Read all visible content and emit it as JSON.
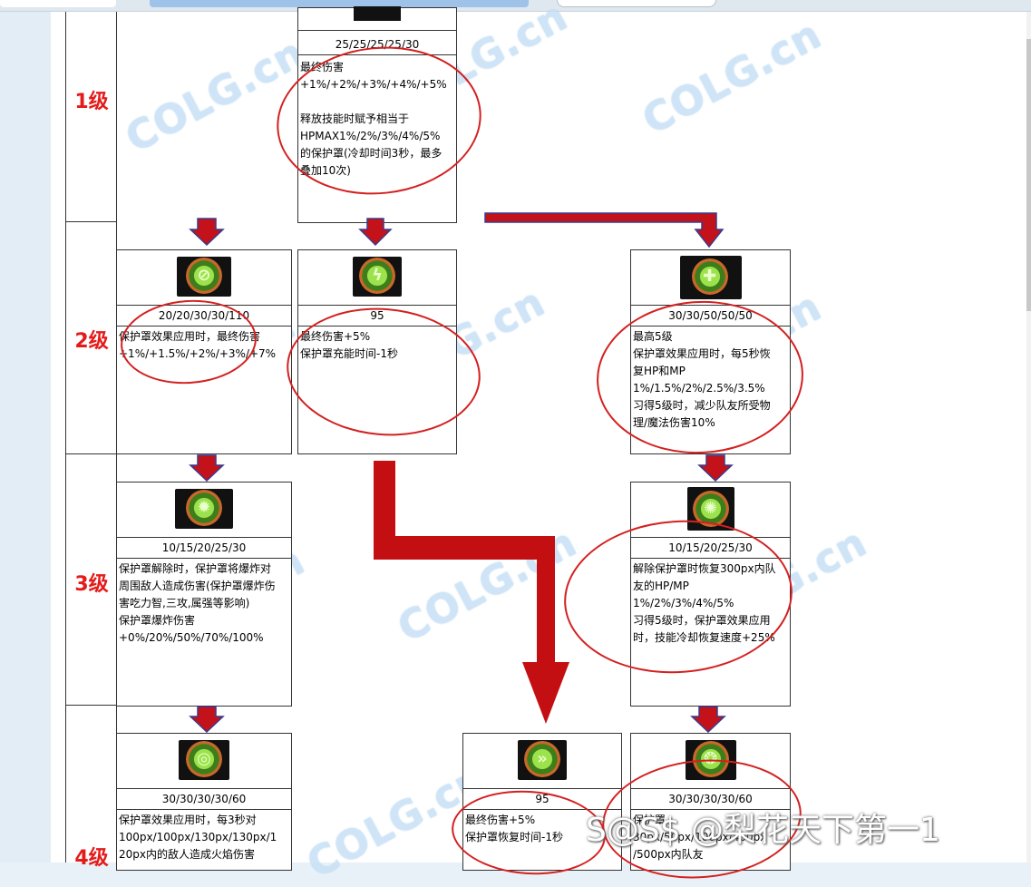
{
  "levels": [
    "1级",
    "2级",
    "3级",
    "4级"
  ],
  "cards": {
    "l1_center": {
      "cost": "25/25/25/25/30",
      "desc": "最终伤害\n+1%/+2%/+3%/+4%/+5%\n\n释放技能时赋予相当于\nHPMAX1%/2%/3%/4%/5%\n的保护罩(冷却时间3秒，最多\n叠加10次)"
    },
    "l2_left": {
      "icon": "shield-crossed-icon",
      "cost": "20/20/30/30/110",
      "desc": "保护罩效果应用时，最终伤害\n+1%/+1.5%/+2%/+3%/+7%"
    },
    "l2_mid": {
      "icon": "lightning-shield-icon",
      "cost": "95",
      "desc": "最终伤害+5%\n保护罩充能时间-1秒"
    },
    "l2_right": {
      "icon": "heal-cross-icon",
      "cost": "30/30/50/50/50",
      "desc": "最高5级\n保护罩效果应用时，每5秒恢\n复HP和MP\n1%/1.5%/2%/2.5%/3.5%\n习得5级时，减少队友所受物\n理/魔法伤害10%"
    },
    "l3_left": {
      "icon": "burst-shield-icon",
      "cost": "10/15/20/25/30",
      "desc": "保护罩解除时，保护罩将爆炸对\n周围敌人造成伤害(保护罩爆炸伤\n害吃力智,三攻,属强等影响)\n保护罩爆炸伤害\n+0%/20%/50%/70%/100%"
    },
    "l3_right": {
      "icon": "radiant-heal-icon",
      "cost": "10/15/20/25/30",
      "desc": "解除保护罩时恢复300px内队\n友的HP/MP\n1%/2%/3%/4%/5%\n习得5级时，保护罩效果应用\n时，技能冷却恢复速度+25%"
    },
    "l4_left": {
      "icon": "vortex-shield-icon",
      "cost": "30/30/30/30/60",
      "desc": "保护罩效果应用时，每3秒对\n100px/100px/130px/130px/1\n20px内的敌人造成火焰伤害"
    },
    "l4_mid": {
      "icon": "chevron-shield-icon",
      "cost": "95",
      "desc": "最终伤害+5%\n保护罩恢复时间-1秒"
    },
    "l4_right": {
      "icon": "aura-shield-icon",
      "cost": "30/30/30/30/60",
      "desc": "保护罩\n30px/50px/100px/400px\n/500px内队友"
    }
  },
  "icon_glyphs": {
    "l2_left": "⊘",
    "l2_mid": "ϟ",
    "l2_right": "✚",
    "l3_left": "✹",
    "l3_right": "✺",
    "l4_left": "◎",
    "l4_mid": "»",
    "l4_right": "❂"
  },
  "watermark": "COLG.cn",
  "credit": "S@S$ @梨花天下第一1",
  "colors": {
    "arrow": "#c4121a",
    "arrow_outline": "#3b3a8c",
    "level_text": "#e41b1b",
    "ink_circle": "#d42020"
  }
}
